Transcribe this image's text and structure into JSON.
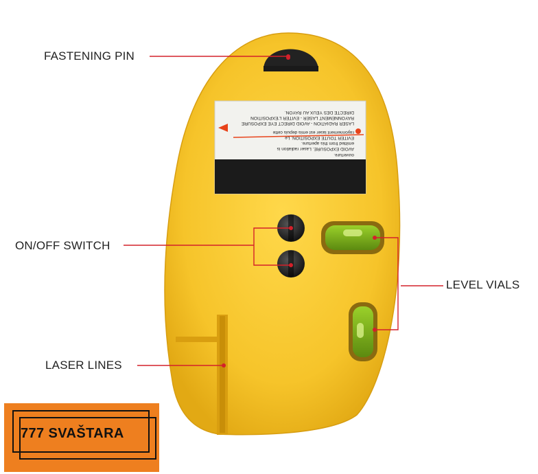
{
  "callouts": {
    "fastening_pin": "FASTENING PIN",
    "on_off_switch": "ON/OFF SWITCH",
    "level_vials": "LEVEL VIALS",
    "laser_lines": "LASER LINES"
  },
  "warning_label": {
    "lines": [
      "LASER RADIATION - AVOID DIRECT EYE EXPOSURE",
      "RAYONNEMENT LASER - EVITER L'EXPOSITION",
      "DIRECTE DES YEUX AU RAYON.",
      "AVOID EXPOSURE. Laser radiation is",
      "emitted from this aperture.",
      "EVITER TOUTE EXPOSITION. Le",
      "rayonnement laser est emis depuis cette",
      "ouverture."
    ]
  },
  "watermark": {
    "text": "777 SVAŠTARA"
  },
  "colors": {
    "body_yellow": "#f6c42a",
    "accent_red": "#d4202a",
    "watermark_orange": "#ee7f1f"
  }
}
